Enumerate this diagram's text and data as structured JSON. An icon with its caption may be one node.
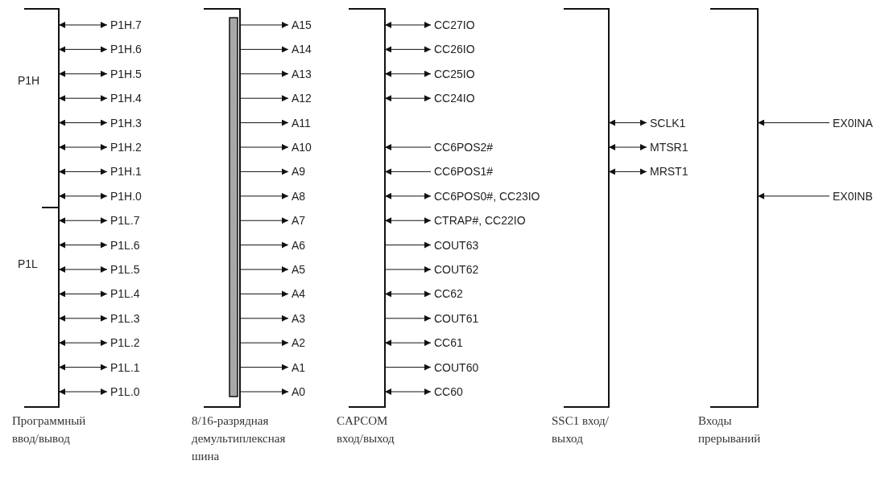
{
  "diagram": {
    "nodes": [
      {
        "text": [],
        "shape": "bar",
        "beside": [
          "Программный ввод/вывод"
        ]
      },
      {
        "text": [
          "P1H.7"
        ]
      },
      {
        "text": [
          "P1H.6"
        ]
      },
      {
        "text": [
          "P1H.5"
        ]
      },
      {
        "text": [
          "P1H.4"
        ]
      },
      {
        "text": [
          "P1H.3"
        ]
      },
      {
        "text": [
          "P1H.2"
        ]
      },
      {
        "text": [
          "P1H.1"
        ]
      },
      {
        "text": [
          "P1H.0"
        ]
      },
      {
        "text": [
          "P1L.7"
        ]
      },
      {
        "text": [
          "P1L.6"
        ]
      },
      {
        "text": [
          "P1L.5"
        ]
      },
      {
        "text": [
          "P1L.4"
        ]
      },
      {
        "text": [
          "P1L.3"
        ]
      },
      {
        "text": [
          "P1L.2"
        ]
      },
      {
        "text": [
          "P1L.1"
        ]
      },
      {
        "text": [
          "P1L.0"
        ]
      },
      {
        "text": [],
        "shape": "bar",
        "beside": [
          "8/16-разрядная демультиплексная шина"
        ]
      },
      {
        "text": [
          "A15"
        ]
      },
      {
        "text": [
          "A14"
        ]
      },
      {
        "text": [
          "A13"
        ]
      },
      {
        "text": [
          "A12"
        ]
      },
      {
        "text": [
          "A11"
        ]
      },
      {
        "text": [
          "A10"
        ]
      },
      {
        "text": [
          "A9"
        ]
      },
      {
        "text": [
          "A8"
        ]
      },
      {
        "text": [
          "A7"
        ]
      },
      {
        "text": [
          "A6"
        ]
      },
      {
        "text": [
          "A5"
        ]
      },
      {
        "text": [
          "A4"
        ]
      },
      {
        "text": [
          "A3"
        ]
      },
      {
        "text": [
          "A2"
        ]
      },
      {
        "text": [
          "A1"
        ]
      },
      {
        "text": [
          "A0"
        ]
      },
      {
        "text": [],
        "shape": "bar",
        "beside": [
          "CAPCOM вход/выход"
        ]
      },
      {
        "text": [
          "CC27IO"
        ]
      },
      {
        "text": [
          "CC26IO"
        ]
      },
      {
        "text": [
          "CC25IO"
        ]
      },
      {
        "text": [
          "CC24IO"
        ]
      },
      {
        "text": [
          "CC6POS2#"
        ]
      },
      {
        "text": [
          "CC6POS1#"
        ]
      },
      {
        "text": [
          "CC6POS0#, CC23IO"
        ]
      },
      {
        "text": [
          "CTRAP#, CC22IO"
        ]
      },
      {
        "text": [
          "COUT63"
        ]
      },
      {
        "text": [
          "COUT62"
        ]
      },
      {
        "text": [
          "CC62"
        ]
      },
      {
        "text": [
          "COUT61"
        ]
      },
      {
        "text": [
          "CC61"
        ]
      },
      {
        "text": [
          "COUT60"
        ]
      },
      {
        "text": [
          "CC60"
        ]
      },
      {
        "text": [],
        "shape": "bar",
        "beside": [
          "SSC1 вход/выход"
        ]
      },
      {
        "text": [
          "SCLK1"
        ]
      },
      {
        "text": [
          "MTSR1"
        ]
      },
      {
        "text": [
          "MRST1"
        ]
      },
      {
        "text": [],
        "shape": "bar",
        "beside": [
          "Входы прерываний"
        ]
      },
      {
        "text": [
          "EX0INA"
        ]
      },
      {
        "text": [
          "EX0INB"
        ]
      }
    ],
    "edges": [
      {
        "from": 0,
        "to": 1,
        "arrow": "both"
      },
      {
        "from": 0,
        "to": 2,
        "arrow": "both"
      },
      {
        "from": 0,
        "to": 3,
        "arrow": "both"
      },
      {
        "from": 0,
        "to": 4,
        "arrow": "both"
      },
      {
        "from": 0,
        "to": 5,
        "arrow": "both"
      },
      {
        "from": 0,
        "to": 6,
        "arrow": "both"
      },
      {
        "from": 0,
        "to": 7,
        "arrow": "both"
      },
      {
        "from": 0,
        "to": 8,
        "arrow": "both"
      },
      {
        "from": 0,
        "to": 9,
        "arrow": "both"
      },
      {
        "from": 0,
        "to": 10,
        "arrow": "both"
      },
      {
        "from": 0,
        "to": 11,
        "arrow": "both"
      },
      {
        "from": 0,
        "to": 12,
        "arrow": "both"
      },
      {
        "from": 0,
        "to": 13,
        "arrow": "both"
      },
      {
        "from": 0,
        "to": 14,
        "arrow": "both"
      },
      {
        "from": 0,
        "to": 15,
        "arrow": "both"
      },
      {
        "from": 0,
        "to": 16,
        "arrow": "both"
      },
      {
        "from": 17,
        "to": 18,
        "arrow": "to"
      },
      {
        "from": 17,
        "to": 19,
        "arrow": "to"
      },
      {
        "from": 17,
        "to": 20,
        "arrow": "to"
      },
      {
        "from": 17,
        "to": 21,
        "arrow": "to"
      },
      {
        "from": 17,
        "to": 22,
        "arrow": "to"
      },
      {
        "from": 17,
        "to": 23,
        "arrow": "to"
      },
      {
        "from": 17,
        "to": 24,
        "arrow": "to"
      },
      {
        "from": 17,
        "to": 25,
        "arrow": "to"
      },
      {
        "from": 17,
        "to": 26,
        "arrow": "to"
      },
      {
        "from": 17,
        "to": 27,
        "arrow": "to"
      },
      {
        "from": 17,
        "to": 28,
        "arrow": "to"
      },
      {
        "from": 17,
        "to": 29,
        "arrow": "to"
      },
      {
        "from": 17,
        "to": 30,
        "arrow": "to"
      },
      {
        "from": 17,
        "to": 31,
        "arrow": "to"
      },
      {
        "from": 17,
        "to": 32,
        "arrow": "to"
      },
      {
        "from": 17,
        "to": 33,
        "arrow": "to"
      },
      {
        "from": 34,
        "to": 35,
        "arrow": "both"
      },
      {
        "from": 34,
        "to": 36,
        "arrow": "both"
      },
      {
        "from": 34,
        "to": 37,
        "arrow": "both"
      },
      {
        "from": 34,
        "to": 38,
        "arrow": "both"
      },
      {
        "from": 39,
        "to": 34,
        "arrow": "to"
      },
      {
        "from": 40,
        "to": 34,
        "arrow": "to"
      },
      {
        "from": 34,
        "to": 41,
        "arrow": "both"
      },
      {
        "from": 34,
        "to": 42,
        "arrow": "both"
      },
      {
        "from": 34,
        "to": 43,
        "arrow": "to"
      },
      {
        "from": 34,
        "to": 44,
        "arrow": "to"
      },
      {
        "from": 34,
        "to": 45,
        "arrow": "both"
      },
      {
        "from": 34,
        "to": 46,
        "arrow": "to"
      },
      {
        "from": 34,
        "to": 47,
        "arrow": "both"
      },
      {
        "from": 34,
        "to": 48,
        "arrow": "to"
      },
      {
        "from": 34,
        "to": 49,
        "arrow": "both"
      },
      {
        "from": 50,
        "to": 51,
        "arrow": "both"
      },
      {
        "from": 50,
        "to": 52,
        "arrow": "both"
      },
      {
        "from": 50,
        "to": 53,
        "arrow": "both"
      },
      {
        "from": 55,
        "to": 54,
        "arrow": "to"
      },
      {
        "from": 56,
        "to": 54,
        "arrow": "to"
      }
    ],
    "labels": [
      "P1H",
      "P1L"
    ]
  }
}
